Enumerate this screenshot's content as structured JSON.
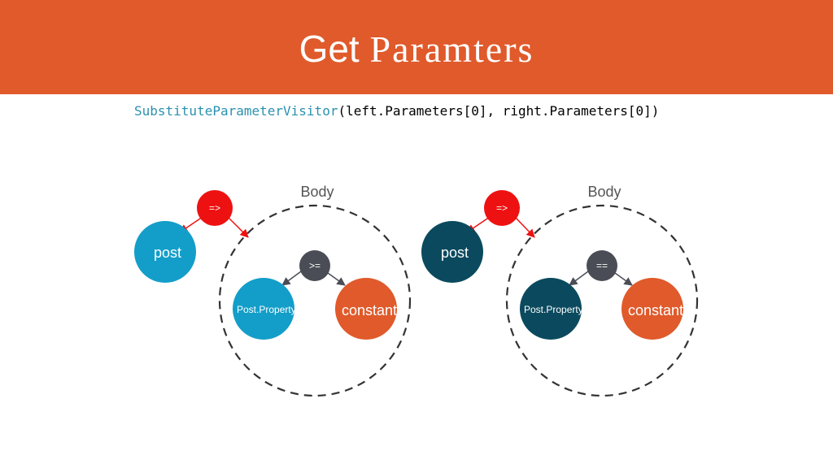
{
  "title": {
    "word1": "Get",
    "word2": "Paramters"
  },
  "code": {
    "class_name": "SubstituteParameterVisitor",
    "args": "(left.Parameters[0], right.Parameters[0])"
  },
  "colors": {
    "banner": "#e05a2b",
    "lambda": "#ee1111",
    "operator": "#4a4d55",
    "left_param": "#139ec9",
    "right_param": "#0b4a5e",
    "constant": "#e05a2b",
    "code_class": "#2b91af"
  },
  "left_tree": {
    "body_label": "Body",
    "lambda_op": "=>",
    "param": "post",
    "operator": ">=",
    "property": "Post.Property",
    "constant": "constant"
  },
  "right_tree": {
    "body_label": "Body",
    "lambda_op": "=>",
    "param": "post",
    "operator": "==",
    "property": "Post.Property",
    "constant": "constant"
  }
}
